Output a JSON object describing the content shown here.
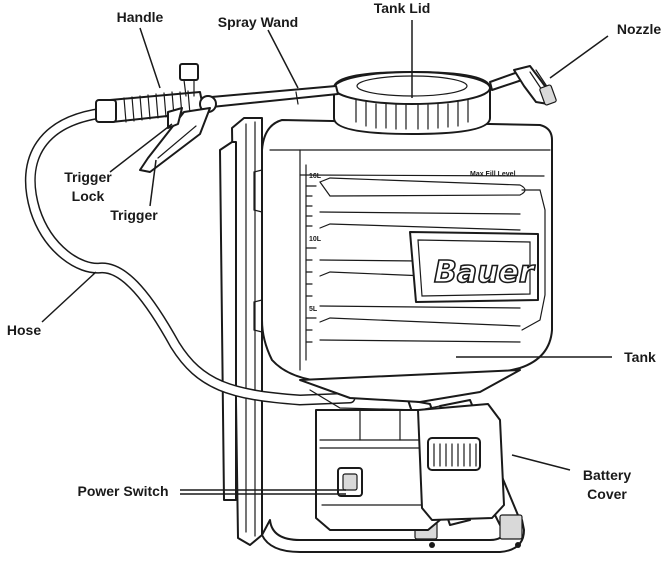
{
  "labels": {
    "handle": "Handle",
    "spray_wand": "Spray Wand",
    "tank_lid": "Tank Lid",
    "nozzle": "Nozzle",
    "trigger_lock_1": "Trigger",
    "trigger_lock_2": "Lock",
    "trigger": "Trigger",
    "hose": "Hose",
    "tank": "Tank",
    "power_switch": "Power Switch",
    "battery_cover_1": "Battery",
    "battery_cover_2": "Cover"
  },
  "tank_markings": {
    "max_fill": "Max Fill Level",
    "level_16": "16L",
    "level_10": "10L",
    "level_5": "5L"
  },
  "brand": "Bauer"
}
